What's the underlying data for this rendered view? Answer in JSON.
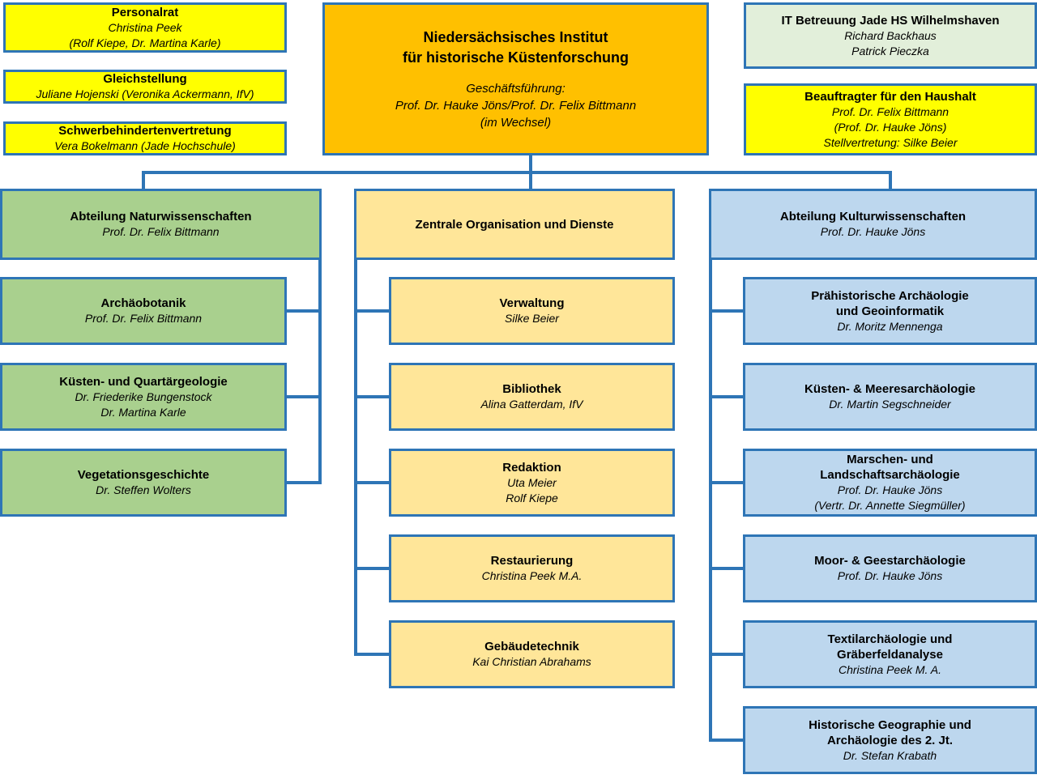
{
  "colors": {
    "line": "#2E75B6",
    "yellow": "#FFFF00",
    "orange": "#FFC000",
    "palegreen": "#E2EFDA",
    "green": "#A9D08E",
    "gold": "#FFE699",
    "blue": "#BDD7EE"
  },
  "root": {
    "title": [
      "Niedersächsisches Institut",
      "für historische Küstenforschung"
    ],
    "subtitle": [
      "Geschäftsführung:",
      "Prof. Dr. Hauke Jöns/Prof. Dr. Felix Bittmann",
      "(im Wechsel)"
    ]
  },
  "staff_left": [
    {
      "title": "Personalrat",
      "persons": [
        "Christina Peek",
        "(Rolf Kiepe, Dr. Martina Karle)"
      ]
    },
    {
      "title": "Gleichstellung",
      "persons": [
        "Juliane Hojenski (Veronika Ackermann, IfV)"
      ]
    },
    {
      "title": "Schwerbehindertenvertretung",
      "persons": [
        "Vera Bokelmann (Jade Hochschule)"
      ]
    }
  ],
  "staff_right": [
    {
      "title": "IT Betreuung Jade HS Wilhelmshaven",
      "persons": [
        "Richard Backhaus",
        "Patrick Pieczka"
      ]
    },
    {
      "title": "Beauftragter für den Haushalt",
      "persons": [
        "Prof. Dr. Felix Bittmann",
        "(Prof. Dr. Hauke Jöns)",
        "Stellvertretung: Silke Beier"
      ]
    }
  ],
  "columns": {
    "natural": {
      "head": {
        "title": "Abteilung Naturwissenschaften",
        "persons": [
          "Prof. Dr. Felix Bittmann"
        ]
      },
      "items": [
        {
          "title": "Archäobotanik",
          "persons": [
            "Prof. Dr. Felix Bittmann"
          ]
        },
        {
          "title": "Küsten- und Quartärgeologie",
          "persons": [
            "Dr. Friederike Bungenstock",
            "Dr. Martina Karle"
          ]
        },
        {
          "title": "Vegetationsgeschichte",
          "persons": [
            "Dr. Steffen Wolters"
          ]
        }
      ]
    },
    "central": {
      "head": {
        "title": "Zentrale Organisation und Dienste",
        "persons": []
      },
      "items": [
        {
          "title": "Verwaltung",
          "persons": [
            "Silke Beier"
          ]
        },
        {
          "title": "Bibliothek",
          "persons": [
            "Alina Gatterdam, IfV"
          ]
        },
        {
          "title": "Redaktion",
          "persons": [
            "Uta Meier",
            "Rolf Kiepe"
          ]
        },
        {
          "title": "Restaurierung",
          "persons": [
            "Christina Peek M.A."
          ]
        },
        {
          "title": "Gebäudetechnik",
          "persons": [
            "Kai Christian Abrahams"
          ]
        }
      ]
    },
    "cultural": {
      "head": {
        "title": "Abteilung Kulturwissenschaften",
        "persons": [
          "Prof. Dr. Hauke Jöns"
        ]
      },
      "items": [
        {
          "title": [
            "Prähistorische Archäologie",
            "und Geoinformatik"
          ],
          "persons": [
            "Dr. Moritz Mennenga"
          ]
        },
        {
          "title": "Küsten- & Meeresarchäologie",
          "persons": [
            "Dr. Martin Segschneider"
          ]
        },
        {
          "title": [
            "Marschen- und",
            "Landschaftsarchäologie"
          ],
          "persons": [
            "Prof. Dr. Hauke Jöns",
            "(Vertr. Dr. Annette Siegmüller)"
          ]
        },
        {
          "title": "Moor- & Geestarchäologie",
          "persons": [
            "Prof. Dr. Hauke Jöns"
          ]
        },
        {
          "title": [
            "Textilarchäologie und",
            "Gräberfeldanalyse"
          ],
          "persons": [
            "Christina Peek M. A."
          ]
        },
        {
          "title": [
            "Historische Geographie und",
            "Archäologie des 2. Jt."
          ],
          "persons": [
            "Dr. Stefan Krabath"
          ]
        }
      ]
    }
  }
}
